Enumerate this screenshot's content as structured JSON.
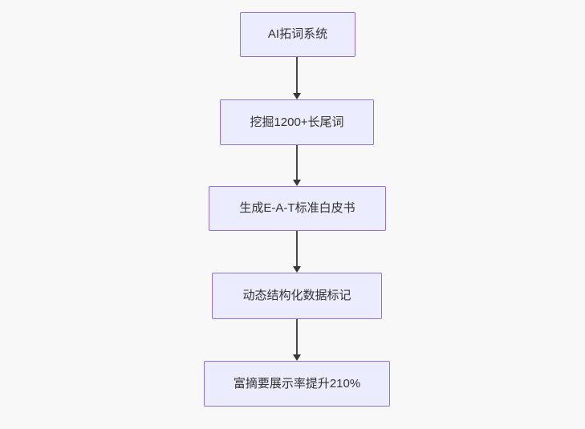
{
  "diagram": {
    "type": "flowchart",
    "direction": "top-down",
    "nodes": [
      {
        "id": "step-1",
        "label": "AI拓词系统"
      },
      {
        "id": "step-2",
        "label": "挖掘1200+长尾词"
      },
      {
        "id": "step-3",
        "label": "生成E-A-T标准白皮书"
      },
      {
        "id": "step-4",
        "label": "动态结构化数据标记"
      },
      {
        "id": "step-5",
        "label": "富摘要展示率提升210%"
      }
    ],
    "edges": [
      {
        "from": "step-1",
        "to": "step-2"
      },
      {
        "from": "step-2",
        "to": "step-3"
      },
      {
        "from": "step-3",
        "to": "step-4"
      },
      {
        "from": "step-4",
        "to": "step-5"
      }
    ],
    "colors": {
      "node_fill": "#ECECFF",
      "node_border": "#9370DB",
      "arrow": "#333333",
      "text": "#333333",
      "background": "#f8f8f8"
    }
  }
}
